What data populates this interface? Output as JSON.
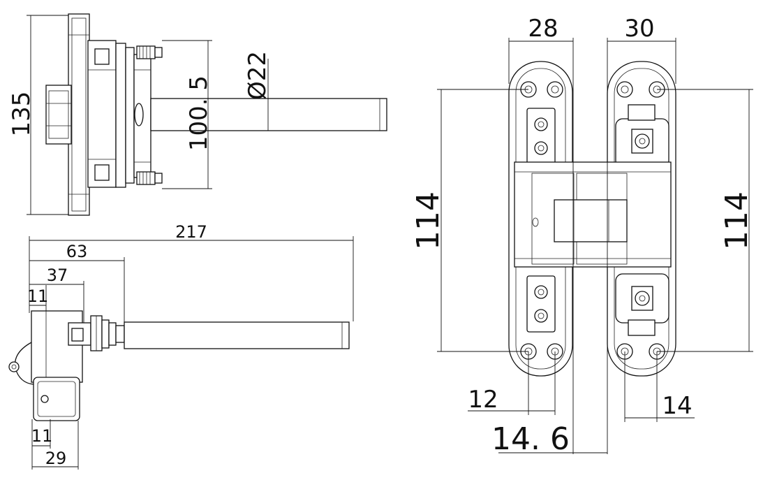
{
  "dimensions": {
    "side_height": "135",
    "side_pin_length": "100. 5",
    "side_pin_diameter": "Ø22",
    "total_length": "217",
    "length_63": "63",
    "length_37": "37",
    "width_11_top": "11",
    "width_11_bottom": "11",
    "width_29": "29",
    "front_left_width": "28",
    "front_right_width": "30",
    "front_left_height": "114",
    "front_right_height": "114",
    "hole_spacing_left": "12",
    "hole_spacing_right": "14",
    "gap_width": "14. 6"
  },
  "colors": {
    "line": "#111111",
    "background": "#ffffff"
  }
}
